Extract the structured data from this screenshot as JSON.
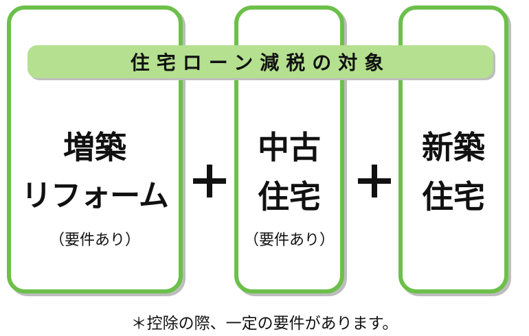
{
  "banner": {
    "title": "住宅ローン減税の対象"
  },
  "cards": [
    {
      "line1": "増築",
      "line2": "リフォーム",
      "note": "（要件あり）"
    },
    {
      "line1": "中古",
      "line2": "住宅",
      "note": "（要件あり）"
    },
    {
      "line1": "新築",
      "line2": "住宅"
    }
  ],
  "operators": {
    "plus": "+"
  },
  "footnote": "＊控除の際、一定の要件があります。",
  "colors": {
    "border": "#6cc04a",
    "banner": "#b4e08f",
    "shadow": "#bdbdbd"
  },
  "icons": [
    "plus-icon",
    "plus-icon"
  ]
}
